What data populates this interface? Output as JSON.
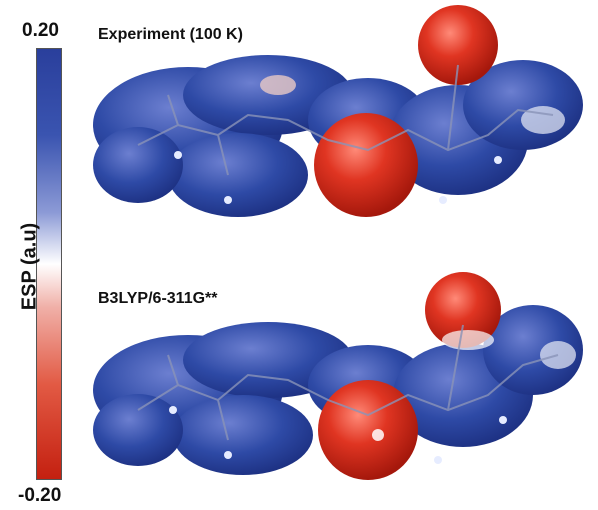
{
  "colorbar": {
    "max_label": "0.20",
    "min_label": "-0.20",
    "axis_label": "ESP (a.u)",
    "colors": {
      "positive": "#2a3f9c",
      "neutral": "#ffffff",
      "negative": "#c42010"
    }
  },
  "panels": [
    {
      "title": "Experiment (100 K)"
    },
    {
      "title": "B3LYP/6-311G**"
    }
  ],
  "colors": {
    "surface_blue": "#2e4aa6",
    "surface_red": "#d4291a",
    "bond_gray": "#8a93b8"
  }
}
